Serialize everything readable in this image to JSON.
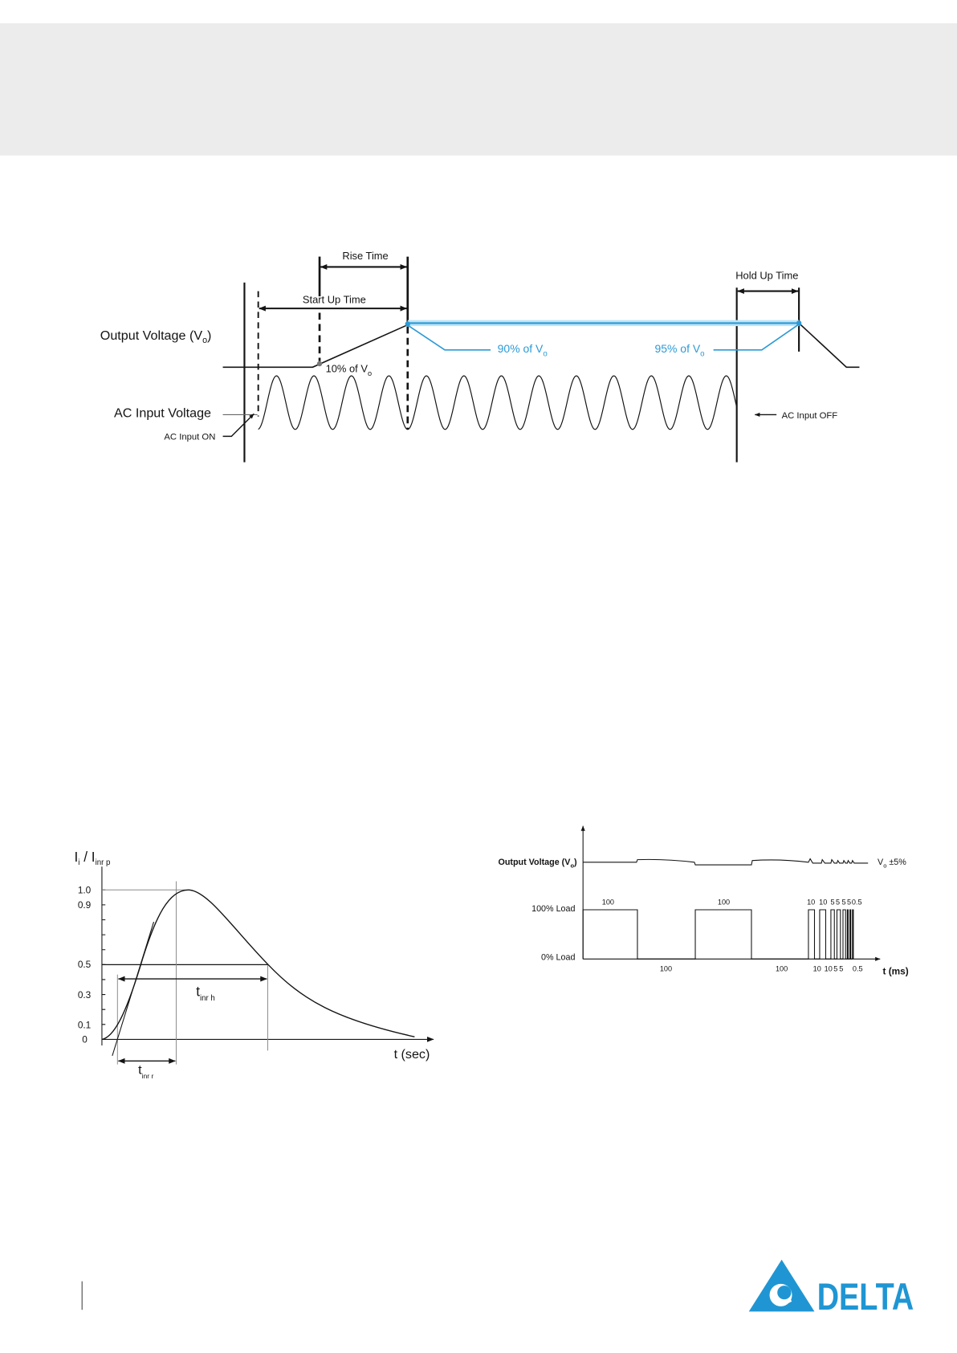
{
  "colors": {
    "header_band": "#ececec",
    "accent": "#2b9ad6",
    "accent_glow": "#bfe4f6",
    "brand": "#1f96d3"
  },
  "timing_diagram": {
    "rise_time": "Rise Time",
    "start_up_time": "Start Up Time",
    "hold_up_time": "Hold Up Time",
    "output_voltage": {
      "text": "Output Voltage (V",
      "sub": "o",
      "close": ")"
    },
    "ac_input_voltage": "AC Input Voltage",
    "ac_input_on": "AC Input ON",
    "ac_input_off": "AC Input OFF",
    "ten_percent": {
      "text": "10% of V",
      "sub": "o"
    },
    "ninety_percent": {
      "text": "90% of V",
      "sub": "o"
    },
    "ninety_five_percent": {
      "text": "95% of V",
      "sub": "o"
    }
  },
  "inrush_diagram": {
    "y_label": {
      "a": "I",
      "a_sub": "i",
      "b": " / I",
      "b_sub": "inr p"
    },
    "x_label": "t (sec)",
    "y_ticks": [
      "1.0",
      "0.9",
      "0.5",
      "0.3",
      "0.1",
      "0"
    ],
    "t_half": {
      "t": "t",
      "sub": "inr h"
    },
    "t_rise": {
      "t": "t",
      "sub": "inr r"
    }
  },
  "dynamic_load_diagram": {
    "output_voltage": {
      "text": "Output Voltage (V",
      "sub": "o",
      "close": ")"
    },
    "tolerance": {
      "text": "V",
      "sub": "o",
      "suffix": " ±5%"
    },
    "load_high": "100% Load",
    "load_low": "0% Load",
    "x_label": "t (ms)",
    "on_labels": [
      "100",
      "100",
      "10",
      "10",
      "5",
      "5",
      "5",
      "5",
      "0.5"
    ],
    "off_labels": [
      "100",
      "100",
      "10",
      "10",
      "5",
      "5",
      "0.5"
    ]
  },
  "footer": {
    "logo_text": "DELTA"
  }
}
